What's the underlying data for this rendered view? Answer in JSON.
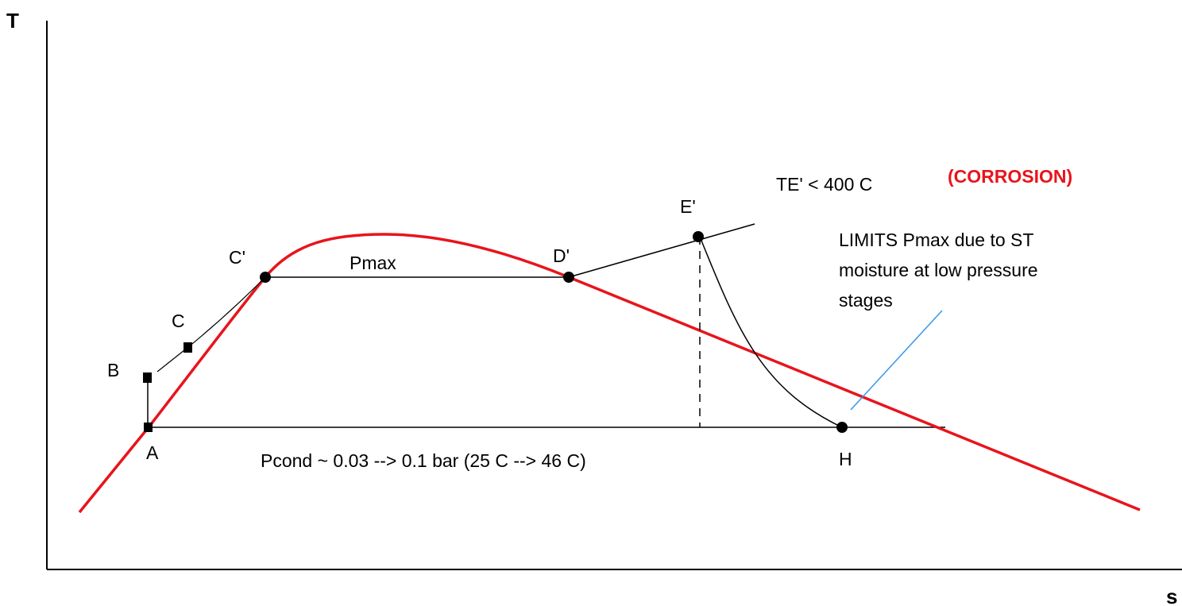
{
  "axes": {
    "y_label": "T",
    "x_label": "s"
  },
  "points": {
    "A": "A",
    "B": "B",
    "C": "C",
    "C_prime": "C'",
    "D_prime": "D'",
    "E_prime": "E'",
    "H": "H"
  },
  "annotations": {
    "pmax": "Pmax",
    "pcond": "Pcond ~ 0.03 --> 0.1 bar (25 C --> 46 C)",
    "te_limit": "TE' < 400 C",
    "corrosion": "(CORROSION)",
    "limits_line1": "LIMITS Pmax due to ST",
    "limits_line2": "moisture at low pressure",
    "limits_line3": "stages"
  },
  "colors": {
    "saturation_curve": "#e8141c",
    "cycle_lines": "#000000",
    "corrosion_text": "#e8141c",
    "leader_line": "#3399ee"
  }
}
